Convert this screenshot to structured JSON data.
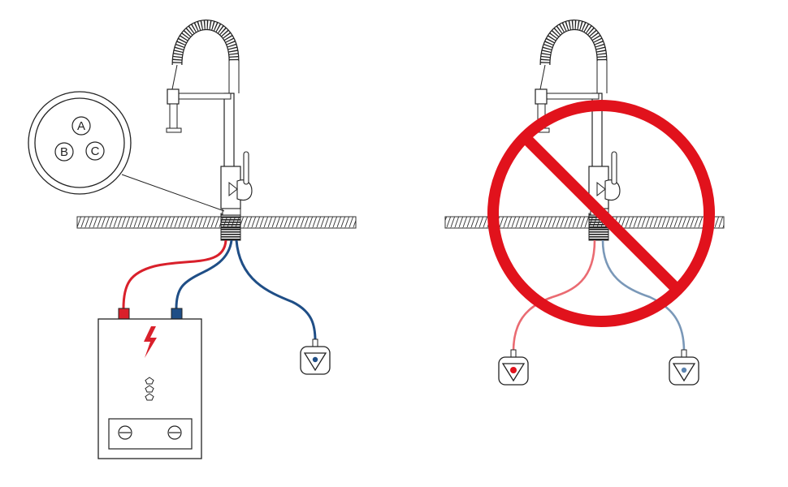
{
  "connector": {
    "pins": [
      "A",
      "B",
      "C"
    ]
  },
  "colors": {
    "hot_pipe": "#d9202b",
    "cold_pipe": "#1f4e86",
    "hot_faded": "#ea6b72",
    "cold_faded": "#7a98b8",
    "prohibition": "#e1121c",
    "line": "#222222",
    "flash": "#d9202b"
  },
  "icons": {
    "left_faucet": "pull-down-kitchen-faucet-icon",
    "right_faucet": "pull-down-kitchen-faucet-icon",
    "heater": "instant-water-heater-icon",
    "flash": "electricity-flash-icon",
    "valve": "angle-stop-valve-icon",
    "prohibited": "prohibited-sign-icon"
  }
}
